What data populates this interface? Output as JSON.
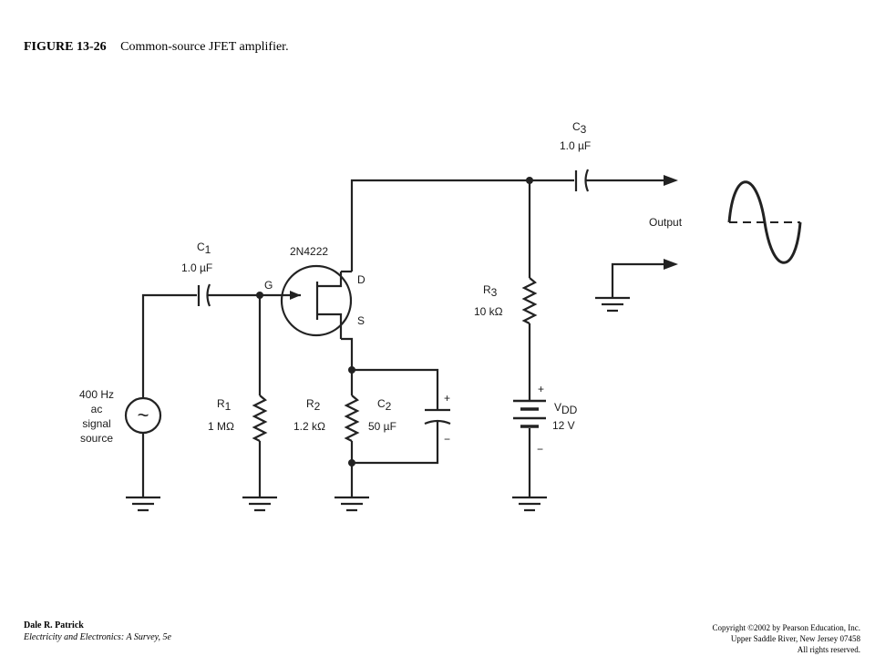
{
  "caption": {
    "figure_number": "FIGURE 13-26",
    "title": "Common-source JFET amplifier."
  },
  "diagram": {
    "source": {
      "lines": [
        "400 Hz",
        "ac",
        "signal",
        "source"
      ],
      "symbol": "~"
    },
    "c1": {
      "label": "C",
      "sub": "1",
      "value": "1.0 µF"
    },
    "gate_label": "G",
    "jfet_part": "2N4222",
    "drain_label": "D",
    "source_label": "S",
    "r1": {
      "label": "R",
      "sub": "1",
      "value": "1 MΩ"
    },
    "r2": {
      "label": "R",
      "sub": "2",
      "value": "1.2 kΩ"
    },
    "c2": {
      "label": "C",
      "sub": "2",
      "value": "50 µF",
      "plus": "+",
      "minus": "−"
    },
    "r3": {
      "label": "R",
      "sub": "3",
      "value": "10 kΩ"
    },
    "c3": {
      "label": "C",
      "sub": "3",
      "value": "1.0 µF"
    },
    "vdd": {
      "label": "V",
      "sub": "DD",
      "value": "12 V",
      "plus": "+",
      "minus": "−"
    },
    "output_label": "Output"
  },
  "footer": {
    "author": "Dale R. Patrick",
    "book": "Electricity and Electronics:  A Survey, 5e",
    "copyright": [
      "Copyright ©2002 by Pearson Education, Inc.",
      "Upper Saddle River, New Jersey 07458",
      "All rights reserved."
    ]
  }
}
